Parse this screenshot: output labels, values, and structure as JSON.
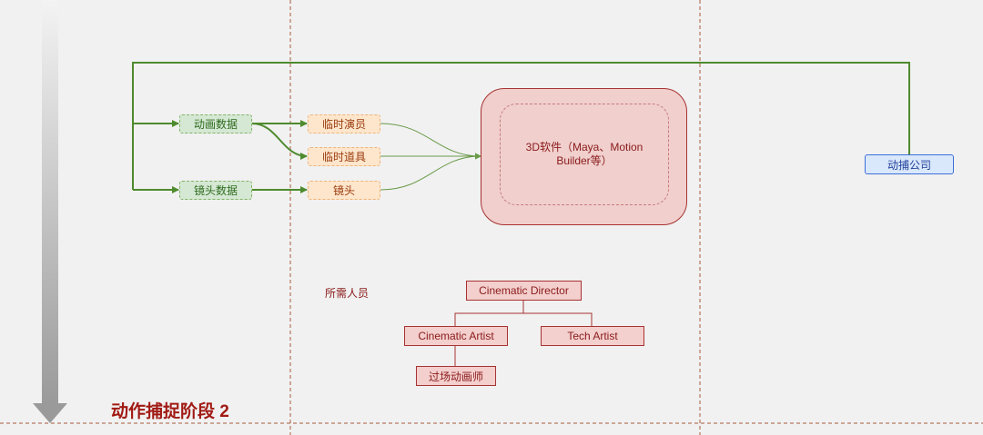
{
  "nodes": {
    "anim_data": "动画数据",
    "camera_data": "镜头数据",
    "temp_actor": "临时演员",
    "temp_prop": "临时道具",
    "camera": "镜头",
    "software": "3D软件（Maya、Motion Builder等）",
    "mocap_company": "动捕公司"
  },
  "staff": {
    "label": "所需人员",
    "director": "Cinematic Director",
    "artist": "Cinematic Artist",
    "tech_artist": "Tech Artist",
    "cutscene_animator": "过场动画师"
  },
  "phase_title": "动作捕捉阶段 2",
  "colors": {
    "green_edge": "#4e8a2e",
    "orange_edge": "#6a9a4a",
    "red_border": "#a83232",
    "divider": "#a85a3a",
    "title": "#a11a14"
  }
}
